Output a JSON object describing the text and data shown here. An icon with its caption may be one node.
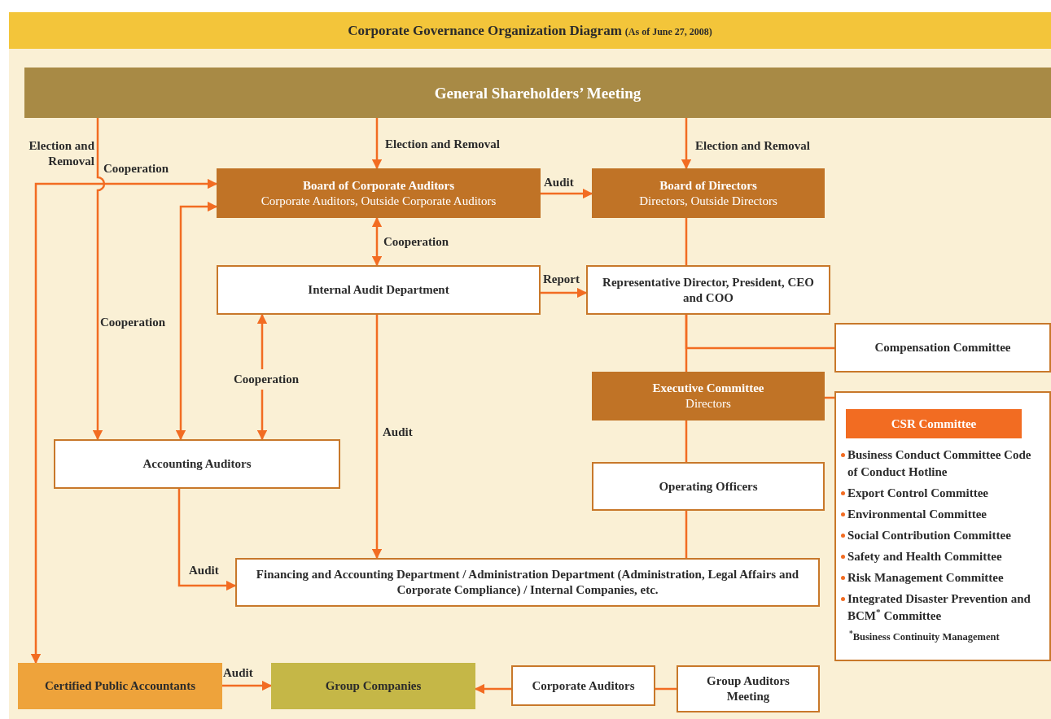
{
  "diagram": {
    "title": "Corporate Governance Organization Diagram",
    "nodes": [
      {
        "text": [
          "General Shareholders’ Meeting"
        ]
      },
      {
        "text": [
          "Board of Corporate Auditors",
          "Corporate Auditors, Outside Corporate Auditors"
        ]
      },
      {
        "text": [
          "Board of Directors",
          "Directors, Outside Directors"
        ]
      },
      {
        "text": [
          "Internal Audit Department"
        ]
      },
      {
        "text": [
          "Representative Director, President, CEO and COO"
        ]
      },
      {
        "text": [
          "Compensation Committee"
        ]
      },
      {
        "text": [
          "Executive Committee",
          "Directors"
        ]
      },
      {
        "text": [
          "Business Conduct Committee Code of Conduct Hotline",
          "Export Control Committee",
          "Environmental Committee",
          "Social Contribution Committee",
          "Safety and Health Committee",
          "Risk Management Committee",
          "Integrated Disaster Prevention and BCM$^{*}$ Committee",
          "$^{*}$Business Continuity Management"
        ]
      },
      {
        "text": [
          "CSR Committee"
        ],
        "in": 7
      },
      {
        "text": [
          "Accounting Auditors"
        ]
      },
      {
        "text": [
          "Operating Officers"
        ]
      },
      {
        "text": [
          "Financing and Accounting Department / Administration Department (Administration, Legal Affairs and Corporate Compliance) / Internal Companies, etc."
        ]
      },
      {
        "text": [
          "Certified Public Accountants"
        ]
      },
      {
        "text": [
          "Group Companies"
        ]
      },
      {
        "text": [
          "Corporate Auditors"
        ]
      },
      {
        "text": [
          "Group Auditors Meeting"
        ]
      }
    ],
    "edges": [
      {
        "from": 0,
        "to": 1,
        "arrow": "to",
        "label": "Election and Removal"
      },
      {
        "from": 0,
        "to": 2,
        "arrow": "to",
        "label": "Election and Removal"
      },
      {
        "from": 0,
        "to": 9,
        "arrow": "to",
        "label": "Election and Removal"
      },
      {
        "from": 12,
        "to": 1,
        "arrow": "both",
        "label": "Cooperation"
      },
      {
        "from": 9,
        "to": 1,
        "arrow": "both",
        "label": "Cooperation"
      },
      {
        "from": 1,
        "to": 3,
        "arrow": "both",
        "label": "Cooperation"
      },
      {
        "from": 1,
        "to": 2,
        "arrow": "to",
        "label": "Audit"
      },
      {
        "from": 3,
        "to": 4,
        "arrow": "to",
        "label": "Report"
      },
      {
        "from": 3,
        "to": 9,
        "arrow": "both",
        "label": "Cooperation"
      },
      {
        "from": 3,
        "to": 11,
        "arrow": "to",
        "label": "Audit"
      },
      {
        "from": 2,
        "to": 4,
        "arrow": "none"
      },
      {
        "from": 4,
        "to": 6,
        "arrow": "none"
      },
      {
        "from": 4,
        "to": 5,
        "arrow": "none"
      },
      {
        "from": 6,
        "to": 7,
        "arrow": "none"
      },
      {
        "from": 6,
        "to": 10,
        "arrow": "none"
      },
      {
        "from": 10,
        "to": 11,
        "arrow": "none"
      },
      {
        "from": 9,
        "to": 11,
        "arrow": "to",
        "label": "Audit"
      },
      {
        "from": 12,
        "to": 13,
        "arrow": "to",
        "label": "Audit"
      },
      {
        "from": 14,
        "to": 13,
        "arrow": "to"
      },
      {
        "from": 15,
        "to": 14,
        "arrow": "none"
      }
    ],
    "labels": [
      "(As of June 27, 2008)"
    ]
  }
}
